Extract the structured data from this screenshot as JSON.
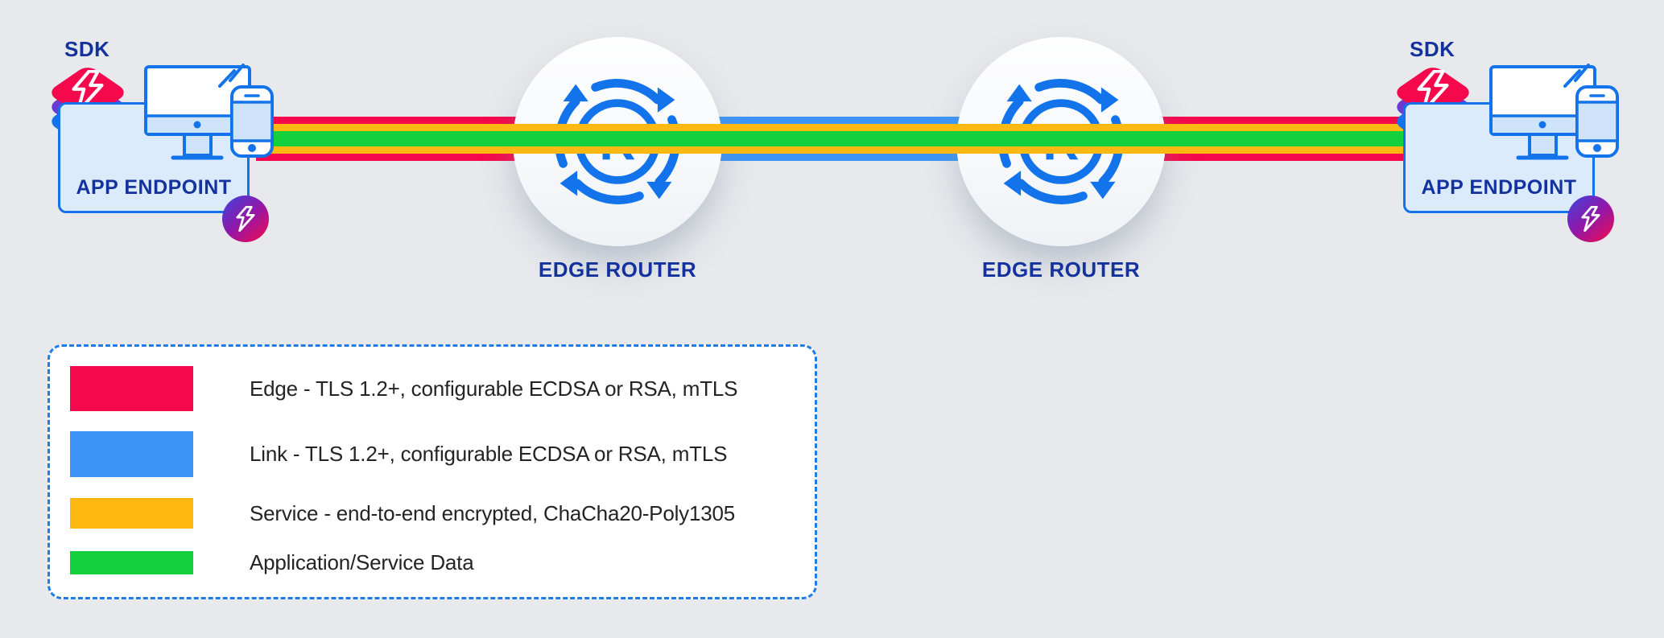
{
  "palette": {
    "background": "#E7E9EC",
    "blue": "#1273EB",
    "crimson": "#F5094C",
    "purple": "#6B3BD1",
    "yellow": "#FDB912",
    "green": "#12D13C",
    "link_blue": "#3D96F7",
    "navy": "#14329E",
    "box_fill": "#DCEBFC",
    "screen_fill": "#CFE4FB",
    "legend_border": "#1E7CE8",
    "text_dark": "#242424",
    "badge_gradient_start": "#4640D8",
    "badge_gradient_end": "#ED0C53"
  },
  "endpoints": {
    "left": {
      "sdk_label": "SDK",
      "box_label": "APP ENDPOINT"
    },
    "right": {
      "sdk_label": "SDK",
      "box_label": "APP ENDPOINT"
    }
  },
  "routers": {
    "left_label": "EDGE ROUTER",
    "right_label": "EDGE ROUTER",
    "icon_letter": "R"
  },
  "bands": {
    "edge_color": "#F5094C",
    "link_color": "#3D96F7",
    "service_color": "#FDB912",
    "data_color": "#12D13C",
    "edge_span": "app endpoint to edge router",
    "link_span": "edge router to edge router",
    "service_span": "end to end",
    "data_span": "end to end"
  },
  "legend": {
    "items": [
      {
        "color": "#F5094C",
        "label": "Edge - TLS 1.2+, configurable ECDSA or RSA, mTLS"
      },
      {
        "color": "#3D96F7",
        "label": "Link - TLS 1.2+, configurable ECDSA or RSA, mTLS"
      },
      {
        "color": "#FDB912",
        "label": "Service - end-to-end encrypted, ChaCha20-Poly1305"
      },
      {
        "color": "#12D13C",
        "label": "Application/Service Data"
      }
    ]
  }
}
